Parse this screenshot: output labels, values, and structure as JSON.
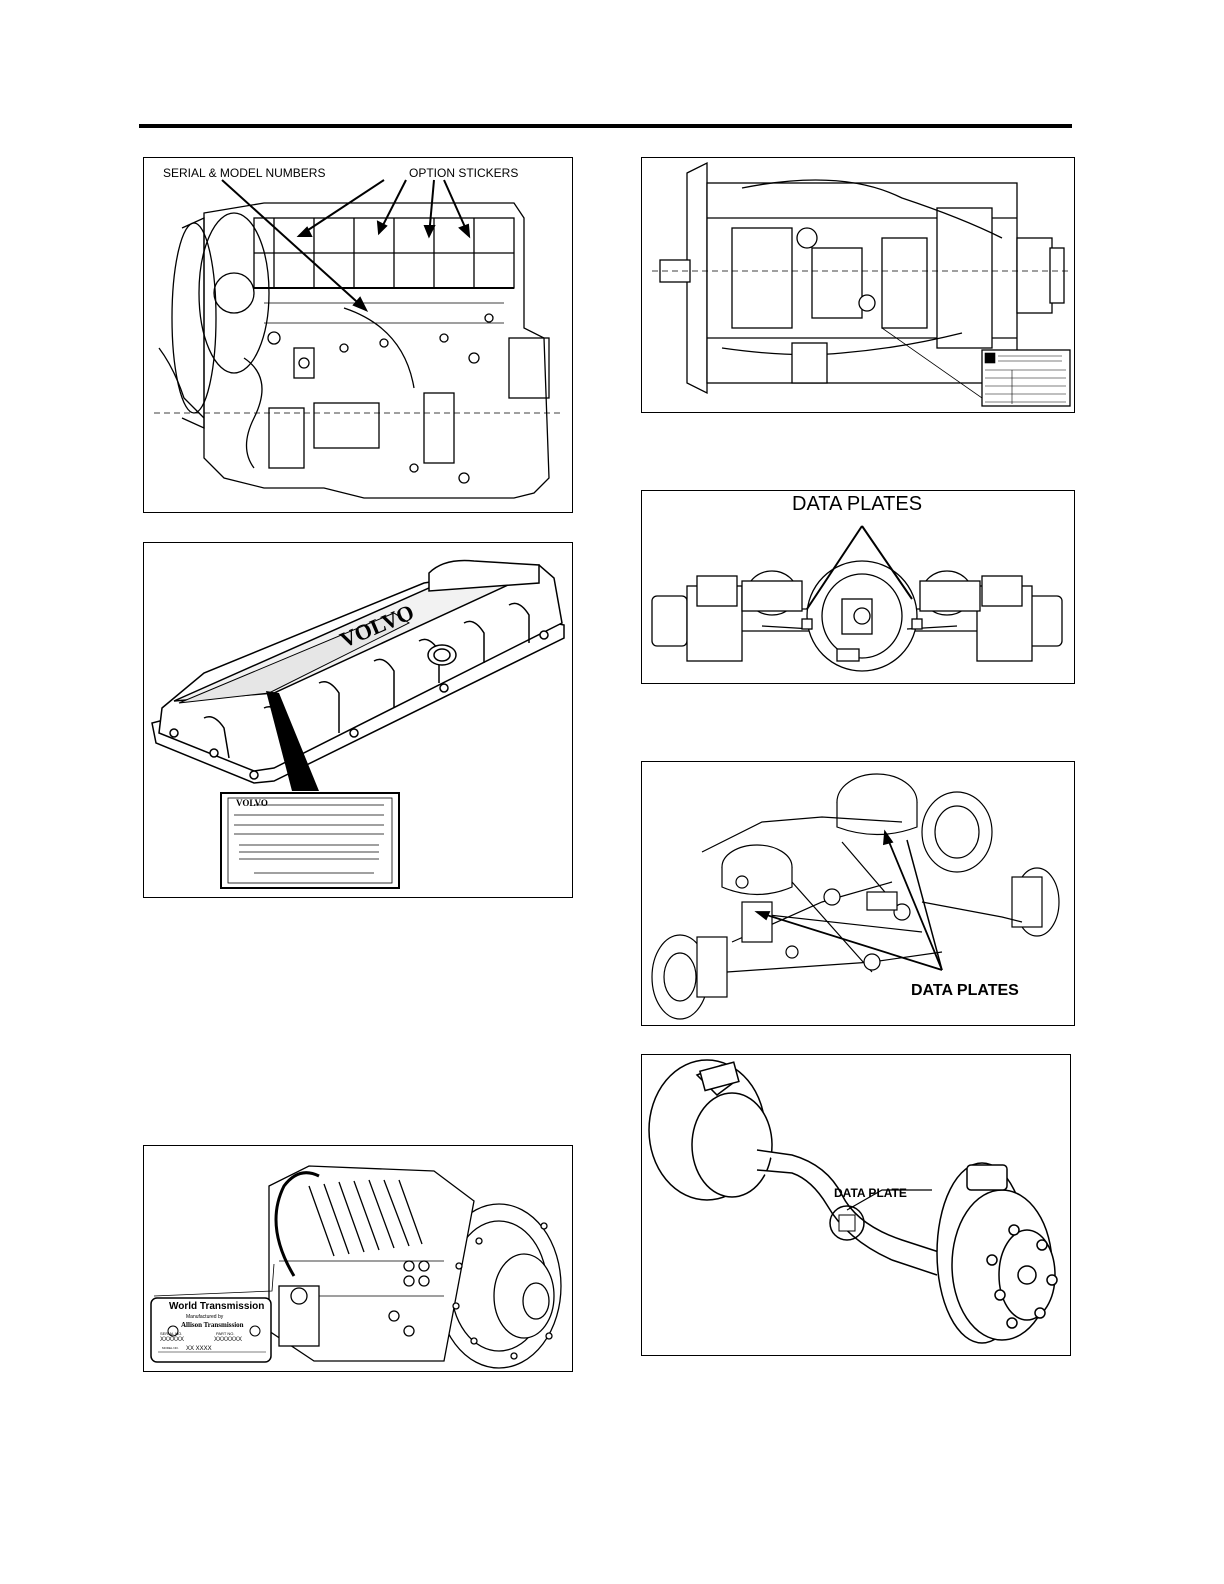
{
  "figures": {
    "engine": {
      "label_serial": "SERIAL & MODEL NUMBERS",
      "label_options": "OPTION STICKERS"
    },
    "valve_cover": {
      "logo_text": "VOLVO",
      "plate_logo": "VOLVO"
    },
    "allison": {
      "plate_title": "World Transmission",
      "plate_manufactured": "Manufactured by",
      "plate_brand": "Allison Transmission",
      "serial_label": "SERIAL NO.",
      "part_label": "PART NO.",
      "serial_value": "XXXXXX",
      "part_value": "XXXXXXX",
      "model_label": "MODEL NO.",
      "model_value": "XX XXXX"
    },
    "rear_axle": {
      "label": "DATA PLATES"
    },
    "suspension": {
      "label": "DATA PLATES"
    },
    "front_axle": {
      "label": "DATA PLATE"
    }
  },
  "colors": {
    "ink": "#000000",
    "paper": "#ffffff",
    "shade": "#d9d9d9"
  }
}
